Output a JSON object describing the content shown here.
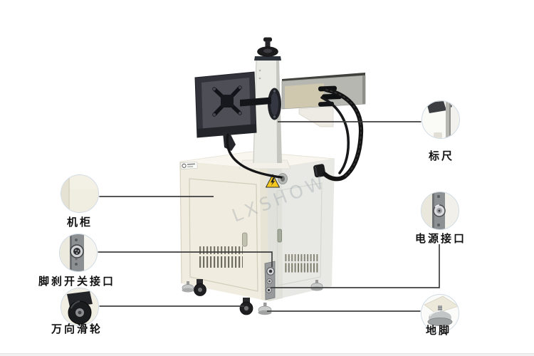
{
  "watermark": "LXSHOW",
  "callouts": {
    "ruler": {
      "label": "标尺"
    },
    "cabinet": {
      "label": "机柜"
    },
    "power_port": {
      "label": "电源接口"
    },
    "foot_brake_port": {
      "label": "脚刹开关接口"
    },
    "caster": {
      "label": "万向滑轮"
    },
    "ground_foot": {
      "label": "地脚"
    }
  },
  "colors": {
    "leader_line": "#3e3e3e",
    "label_text": "#111111",
    "bubble_border": "#cfdae4",
    "cabinet_body": "#f0ecdf",
    "cabinet_side": "#e8e9e4",
    "warning_yellow": "#f3c71e",
    "watermark_gray": "#8f98a3"
  }
}
